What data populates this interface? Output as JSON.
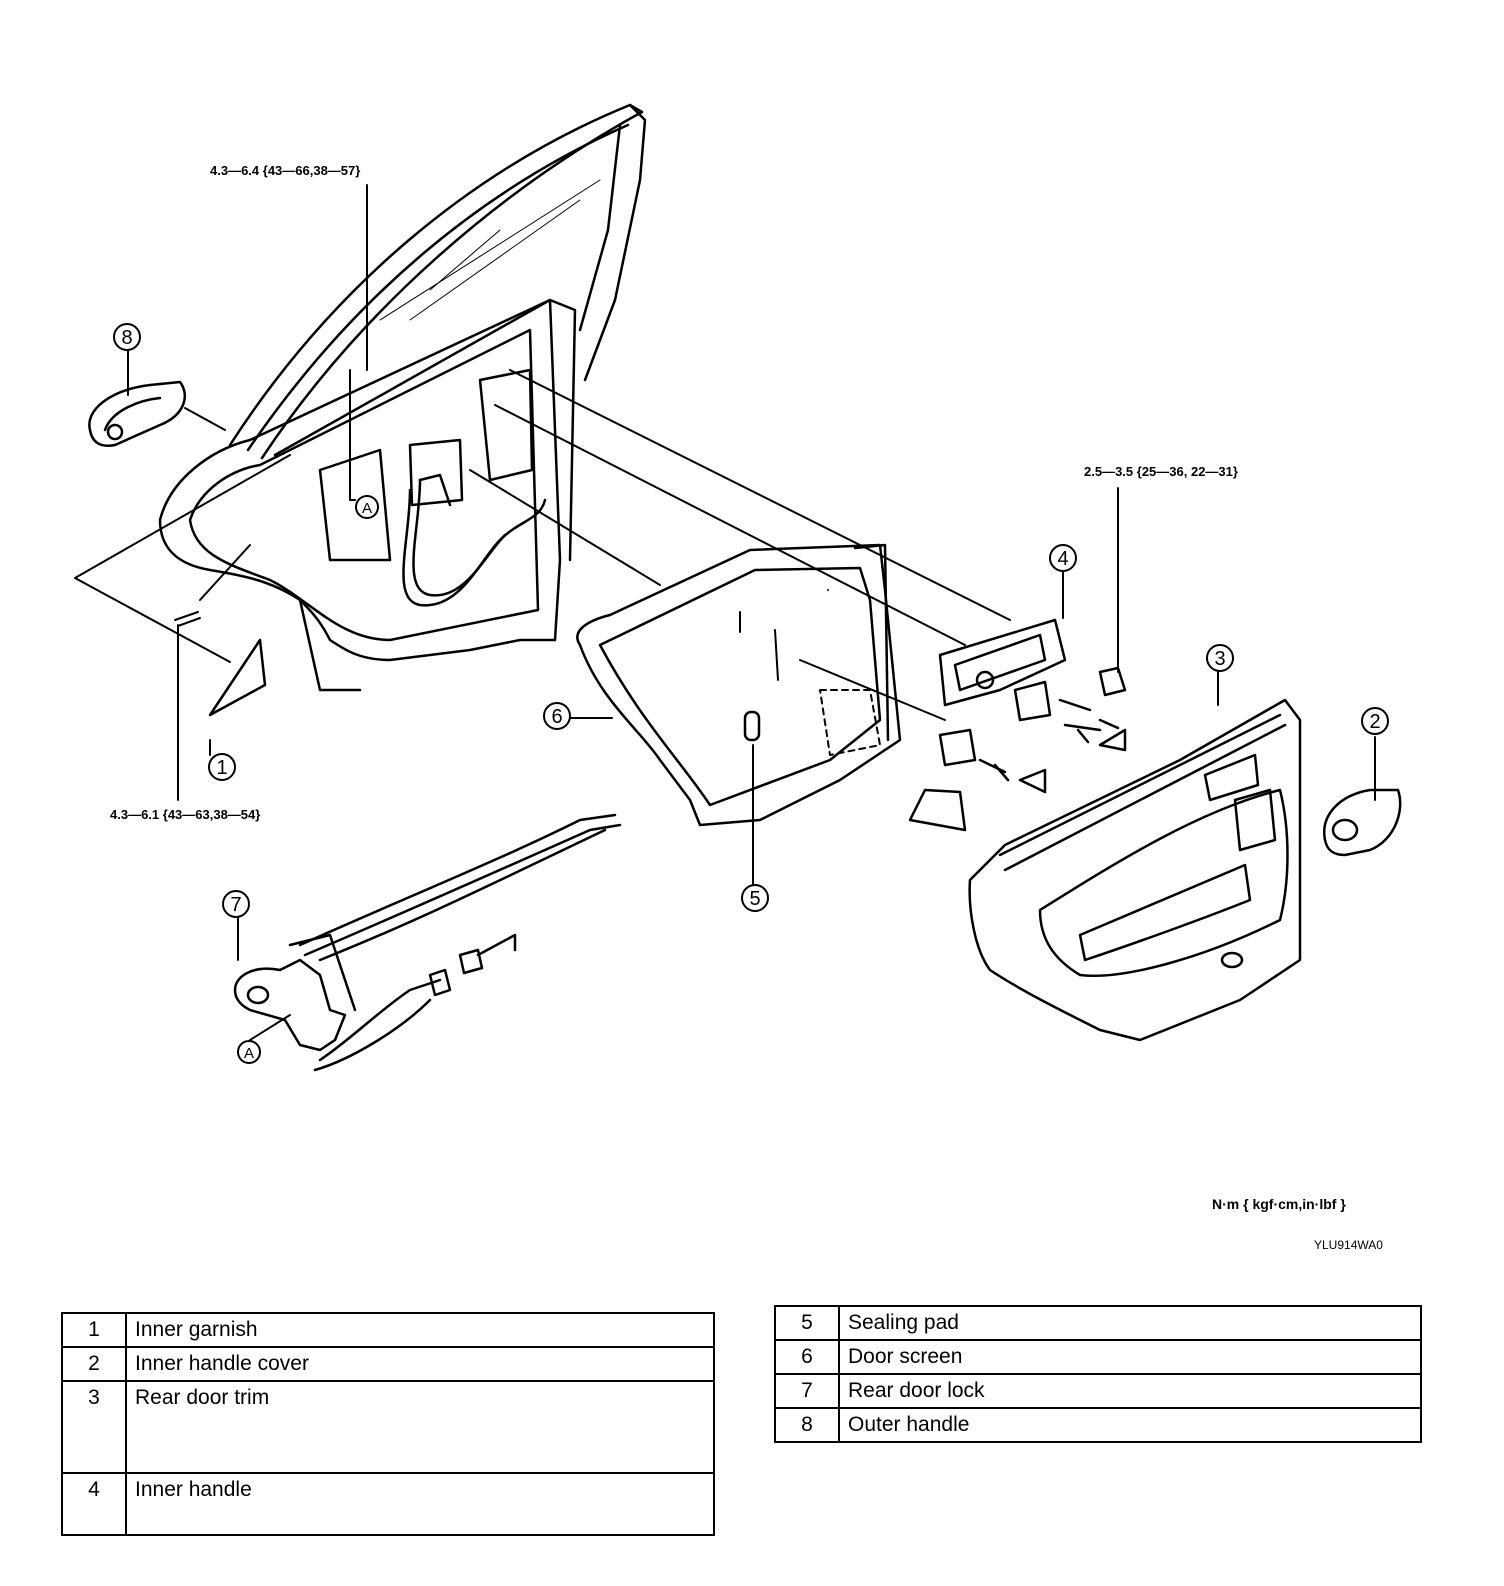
{
  "torque_specs": {
    "top": "4.3—6.4 {43—66,38—57}",
    "right": "2.5—3.5 {25—36, 22—31}",
    "bottom_left": "4.3—6.1 {43—63,38—54}"
  },
  "callouts": [
    "1",
    "2",
    "3",
    "4",
    "5",
    "6",
    "7",
    "8"
  ],
  "detail_marker": "A",
  "units_note": "N·m { kgf·cm,in·lbf }",
  "figure_code": "YLU914WA0",
  "legend_left": [
    {
      "num": "1",
      "name": "Inner garnish"
    },
    {
      "num": "2",
      "name": "Inner handle cover"
    },
    {
      "num": "3",
      "name": "Rear door trim"
    },
    {
      "num": "4",
      "name": "Inner handle"
    }
  ],
  "legend_right": [
    {
      "num": "5",
      "name": "Sealing pad"
    },
    {
      "num": "6",
      "name": "Door screen"
    },
    {
      "num": "7",
      "name": "Rear door lock"
    },
    {
      "num": "8",
      "name": "Outer handle"
    }
  ]
}
